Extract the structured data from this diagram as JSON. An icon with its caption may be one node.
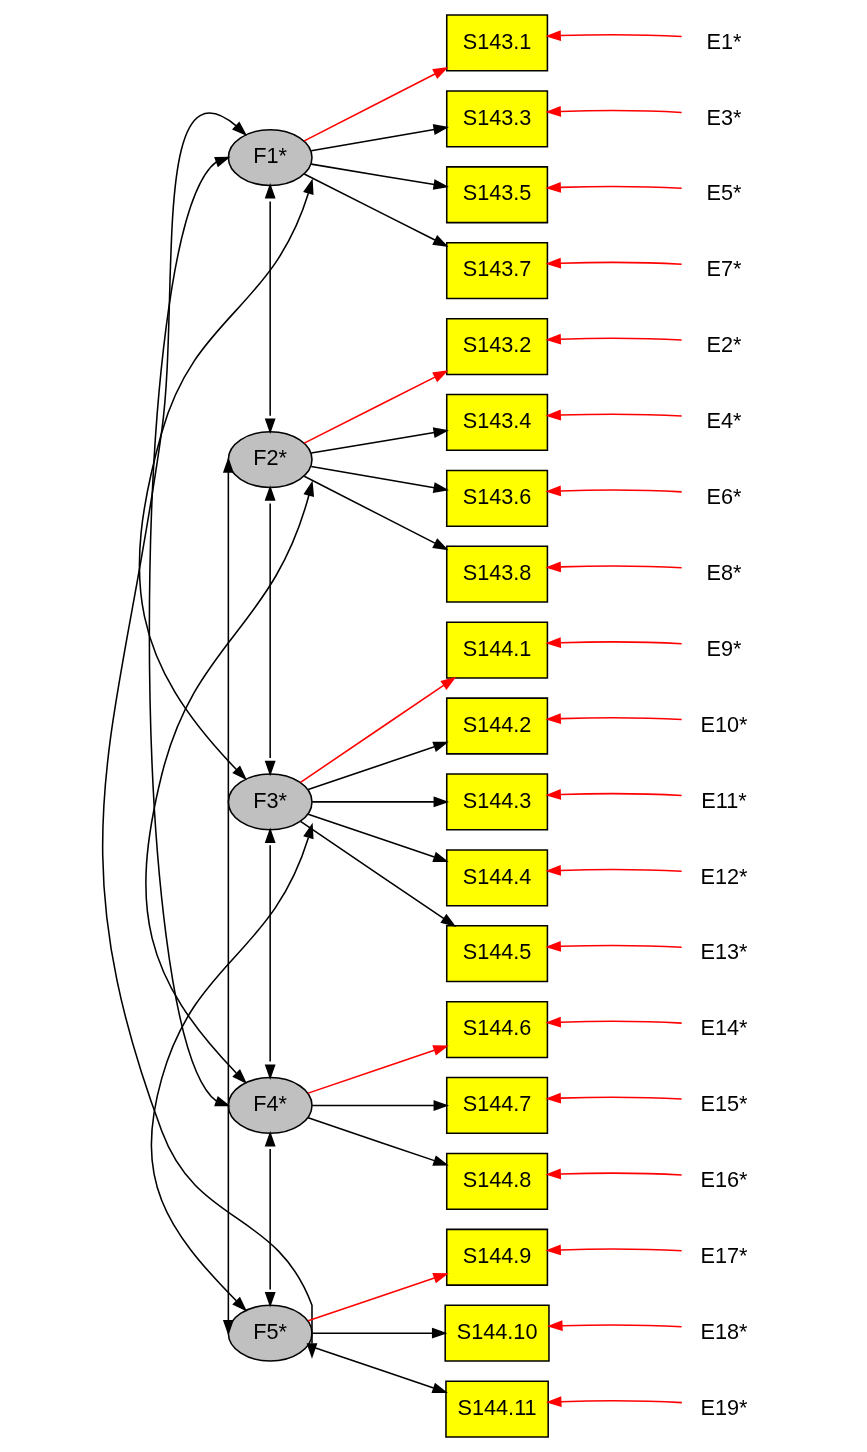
{
  "diagram": {
    "nodes": [
      {
        "text": [
          "F1*"
        ]
      },
      {
        "text": [
          "F2*"
        ]
      },
      {
        "text": [
          "F3*"
        ]
      },
      {
        "text": [
          "F4*"
        ]
      },
      {
        "text": [
          "F5*"
        ]
      },
      {
        "text": [
          "S143.1"
        ]
      },
      {
        "text": [
          "S143.3"
        ]
      },
      {
        "text": [
          "S143.5"
        ]
      },
      {
        "text": [
          "S143.7"
        ]
      },
      {
        "text": [
          "S143.2"
        ]
      },
      {
        "text": [
          "S143.4"
        ]
      },
      {
        "text": [
          "S143.6"
        ]
      },
      {
        "text": [
          "S143.8"
        ]
      },
      {
        "text": [
          "S144.1"
        ]
      },
      {
        "text": [
          "S144.2"
        ]
      },
      {
        "text": [
          "S144.3"
        ]
      },
      {
        "text": [
          "S144.4"
        ]
      },
      {
        "text": [
          "S144.5"
        ]
      },
      {
        "text": [
          "S144.6"
        ]
      },
      {
        "text": [
          "S144.7"
        ]
      },
      {
        "text": [
          "S144.8"
        ]
      },
      {
        "text": [
          "S144.9"
        ]
      },
      {
        "text": [
          "S144.10"
        ]
      },
      {
        "text": [
          "S144.11"
        ]
      },
      {
        "text": [
          "E1*"
        ]
      },
      {
        "text": [
          "E3*"
        ]
      },
      {
        "text": [
          "E5*"
        ]
      },
      {
        "text": [
          "E7*"
        ]
      },
      {
        "text": [
          "E2*"
        ]
      },
      {
        "text": [
          "E4*"
        ]
      },
      {
        "text": [
          "E6*"
        ]
      },
      {
        "text": [
          "E8*"
        ]
      },
      {
        "text": [
          "E9*"
        ]
      },
      {
        "text": [
          "E10*"
        ]
      },
      {
        "text": [
          "E11*"
        ]
      },
      {
        "text": [
          "E12*"
        ]
      },
      {
        "text": [
          "E13*"
        ]
      },
      {
        "text": [
          "E14*"
        ]
      },
      {
        "text": [
          "E15*"
        ]
      },
      {
        "text": [
          "E16*"
        ]
      },
      {
        "text": [
          "E17*"
        ]
      },
      {
        "text": [
          "E18*"
        ]
      },
      {
        "text": [
          "E19*"
        ]
      }
    ],
    "edges": [
      {
        "from": 0,
        "to": 5,
        "arrow": "to",
        "color": "#ff0000"
      },
      {
        "from": 0,
        "to": 6,
        "arrow": "to",
        "color": "#000000"
      },
      {
        "from": 0,
        "to": 7,
        "arrow": "to",
        "color": "#000000"
      },
      {
        "from": 0,
        "to": 8,
        "arrow": "to",
        "color": "#000000"
      },
      {
        "from": 1,
        "to": 9,
        "arrow": "to",
        "color": "#ff0000"
      },
      {
        "from": 1,
        "to": 10,
        "arrow": "to",
        "color": "#000000"
      },
      {
        "from": 1,
        "to": 11,
        "arrow": "to",
        "color": "#000000"
      },
      {
        "from": 1,
        "to": 12,
        "arrow": "to",
        "color": "#000000"
      },
      {
        "from": 2,
        "to": 13,
        "arrow": "to",
        "color": "#ff0000"
      },
      {
        "from": 2,
        "to": 14,
        "arrow": "to",
        "color": "#000000"
      },
      {
        "from": 2,
        "to": 15,
        "arrow": "to",
        "color": "#000000"
      },
      {
        "from": 2,
        "to": 16,
        "arrow": "to",
        "color": "#000000"
      },
      {
        "from": 2,
        "to": 17,
        "arrow": "to",
        "color": "#000000"
      },
      {
        "from": 3,
        "to": 18,
        "arrow": "to",
        "color": "#ff0000"
      },
      {
        "from": 3,
        "to": 19,
        "arrow": "to",
        "color": "#000000"
      },
      {
        "from": 3,
        "to": 20,
        "arrow": "to",
        "color": "#000000"
      },
      {
        "from": 4,
        "to": 21,
        "arrow": "to",
        "color": "#ff0000"
      },
      {
        "from": 4,
        "to": 22,
        "arrow": "to",
        "color": "#000000"
      },
      {
        "from": 4,
        "to": 23,
        "arrow": "to",
        "color": "#000000"
      },
      {
        "from": 24,
        "to": 5,
        "arrow": "to",
        "color": "#ff0000"
      },
      {
        "from": 25,
        "to": 6,
        "arrow": "to",
        "color": "#ff0000"
      },
      {
        "from": 26,
        "to": 7,
        "arrow": "to",
        "color": "#ff0000"
      },
      {
        "from": 27,
        "to": 8,
        "arrow": "to",
        "color": "#ff0000"
      },
      {
        "from": 28,
        "to": 9,
        "arrow": "to",
        "color": "#ff0000"
      },
      {
        "from": 29,
        "to": 10,
        "arrow": "to",
        "color": "#ff0000"
      },
      {
        "from": 30,
        "to": 11,
        "arrow": "to",
        "color": "#ff0000"
      },
      {
        "from": 31,
        "to": 12,
        "arrow": "to",
        "color": "#ff0000"
      },
      {
        "from": 32,
        "to": 13,
        "arrow": "to",
        "color": "#ff0000"
      },
      {
        "from": 33,
        "to": 14,
        "arrow": "to",
        "color": "#ff0000"
      },
      {
        "from": 34,
        "to": 15,
        "arrow": "to",
        "color": "#ff0000"
      },
      {
        "from": 35,
        "to": 16,
        "arrow": "to",
        "color": "#ff0000"
      },
      {
        "from": 36,
        "to": 17,
        "arrow": "to",
        "color": "#ff0000"
      },
      {
        "from": 37,
        "to": 18,
        "arrow": "to",
        "color": "#ff0000"
      },
      {
        "from": 38,
        "to": 19,
        "arrow": "to",
        "color": "#ff0000"
      },
      {
        "from": 39,
        "to": 20,
        "arrow": "to",
        "color": "#ff0000"
      },
      {
        "from": 40,
        "to": 21,
        "arrow": "to",
        "color": "#ff0000"
      },
      {
        "from": 41,
        "to": 22,
        "arrow": "to",
        "color": "#ff0000"
      },
      {
        "from": 42,
        "to": 23,
        "arrow": "to",
        "color": "#ff0000"
      },
      {
        "from": 0,
        "to": 1,
        "arrow": "both",
        "color": "#000000"
      },
      {
        "from": 0,
        "to": 2,
        "arrow": "both",
        "color": "#000000"
      },
      {
        "from": 0,
        "to": 3,
        "arrow": "both",
        "color": "#000000"
      },
      {
        "from": 0,
        "to": 4,
        "arrow": "both",
        "color": "#000000"
      },
      {
        "from": 1,
        "to": 2,
        "arrow": "both",
        "color": "#000000"
      },
      {
        "from": 1,
        "to": 3,
        "arrow": "both",
        "color": "#000000"
      },
      {
        "from": 1,
        "to": 4,
        "arrow": "both",
        "color": "#000000"
      },
      {
        "from": 2,
        "to": 3,
        "arrow": "both",
        "color": "#000000"
      },
      {
        "from": 2,
        "to": 4,
        "arrow": "both",
        "color": "#000000"
      },
      {
        "from": 3,
        "to": 4,
        "arrow": "both",
        "color": "#000000"
      }
    ]
  }
}
